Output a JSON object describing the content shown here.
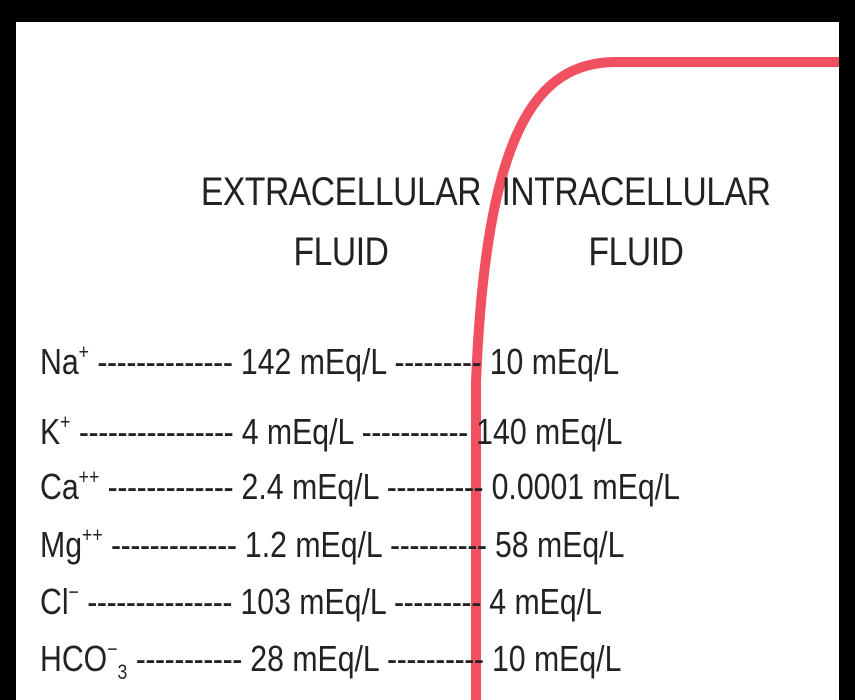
{
  "headings": {
    "extracellular": [
      "EXTRACELLULAR",
      "FLUID"
    ],
    "intracellular": [
      "INTRACELLULAR",
      "FLUID"
    ]
  },
  "membrane_color": "#f0505f",
  "ions": [
    {
      "base": "Na",
      "sup": "+",
      "sub": "",
      "lead": "--------------",
      "ecf": "142 mEq/L",
      "mid": "---------",
      "icf": "10 mEq/L"
    },
    {
      "base": "K",
      "sup": "+",
      "sub": "",
      "lead": "----------------",
      "ecf": "4 mEq/L",
      "mid": "-----------",
      "icf": "140 mEq/L"
    },
    {
      "base": "Ca",
      "sup": "++",
      "sub": "",
      "lead": "-------------",
      "ecf": "2.4 mEq/L",
      "mid": "----------",
      "icf": "0.0001 mEq/L"
    },
    {
      "base": "Mg",
      "sup": "++",
      "sub": "",
      "lead": "-------------",
      "ecf": "1.2 mEq/L",
      "mid": "----------",
      "icf": "58 mEq/L"
    },
    {
      "base": "Cl",
      "sup": "−",
      "sub": "",
      "lead": "---------------",
      "ecf": "103 mEq/L",
      "mid": "---------",
      "icf": "4 mEq/L"
    },
    {
      "base": "HCO",
      "sup": "−",
      "sub": "3",
      "lead": "-----------",
      "ecf": "28 mEq/L",
      "mid": "----------",
      "icf": "10 mEq/L"
    }
  ]
}
